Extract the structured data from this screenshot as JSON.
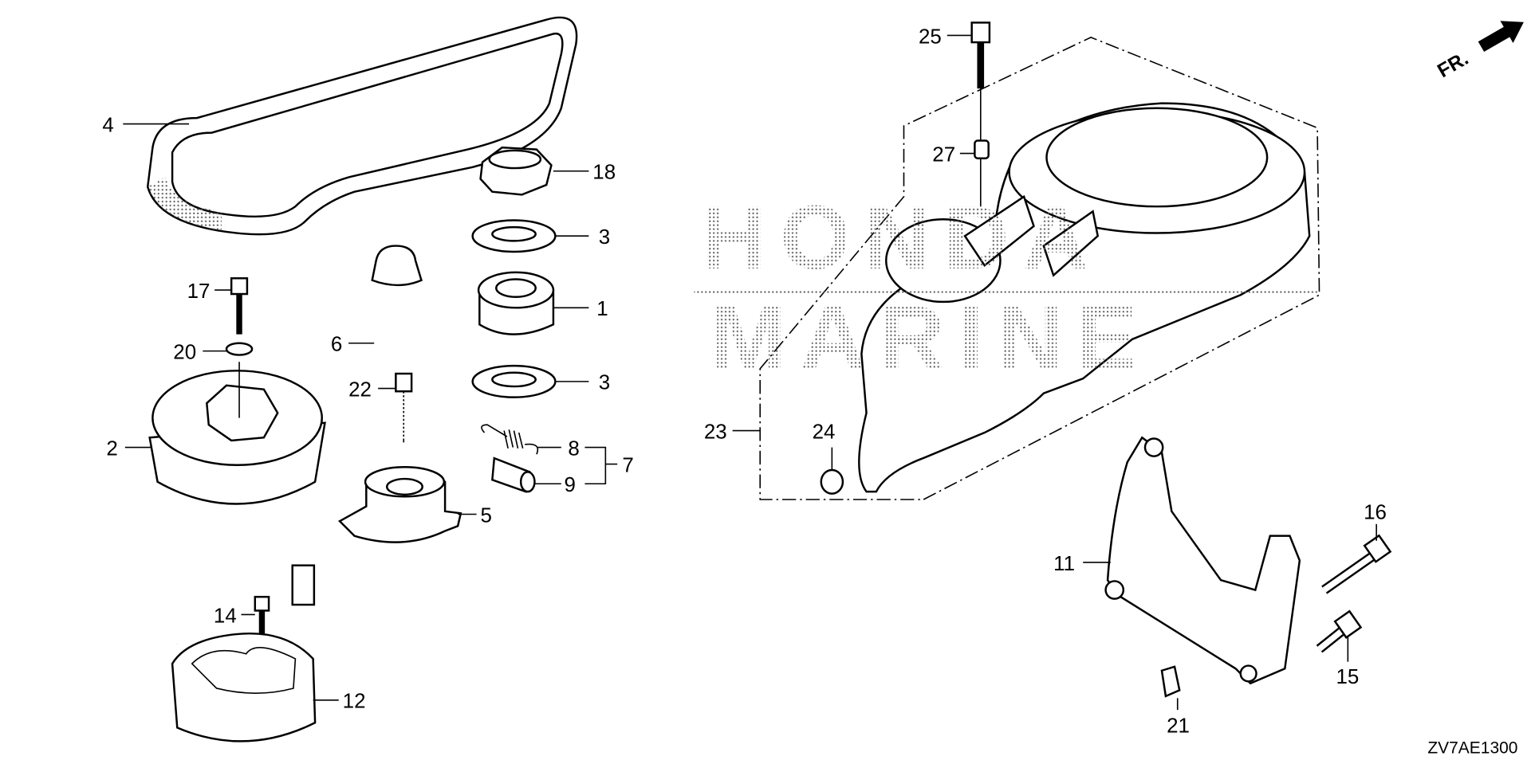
{
  "diagram": {
    "watermark": [
      "HONDA",
      "MARINE"
    ],
    "direction_label": "FR.",
    "diagram_code": "ZV7AE1300",
    "callouts": {
      "c4": "4",
      "c18": "18",
      "c3a": "3",
      "c1": "1",
      "c3b": "3",
      "c8": "8",
      "c7": "7",
      "c9": "9",
      "c5": "5",
      "c6": "6",
      "c22": "22",
      "c17": "17",
      "c20": "20",
      "c2": "2",
      "c14": "14",
      "c12": "12",
      "c25": "25",
      "c27": "27",
      "c23": "23",
      "c24": "24",
      "c11": "11",
      "c16": "16",
      "c15": "15",
      "c21": "21"
    }
  }
}
